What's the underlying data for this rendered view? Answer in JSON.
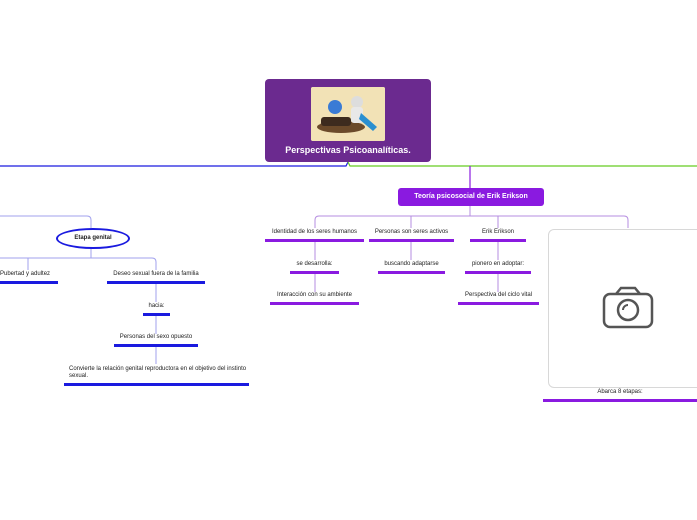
{
  "root": {
    "title": "Perspectivas Psicoanalíticas."
  },
  "right": {
    "header": "Teoría psicosocial de Erik Erikson",
    "col1": {
      "title": "Identidad de los seres humanos",
      "child": "se desarrolla:",
      "grandchild": "Interacción con su ambiente"
    },
    "col2": {
      "title": "Personas son seres activos",
      "child": "buscando adaptarse"
    },
    "col3": {
      "title": "Erik Erikson",
      "child": "pionero en adoptar:",
      "grandchild": "Perspectiva del ciclo vital"
    },
    "col4": {
      "image_icon": "camera-icon",
      "caption": "Abarca 8 etapas:"
    }
  },
  "left": {
    "stage": "Etapa genital",
    "branch1": "Pubertad y adultez",
    "branch2": {
      "title": "Deseo sexual fuera de la familia",
      "child": "hacia:",
      "grandchild": "Personas del sexo opuesto",
      "great": "Convierte la relación genital reproductora en el objetivo del instinto sexual."
    }
  },
  "colors": {
    "root_bg": "#6b2a8f",
    "purple": "#8a1ae0",
    "blue": "#1a1adf",
    "green": "#66cc22",
    "connector": "#b48ce0"
  }
}
